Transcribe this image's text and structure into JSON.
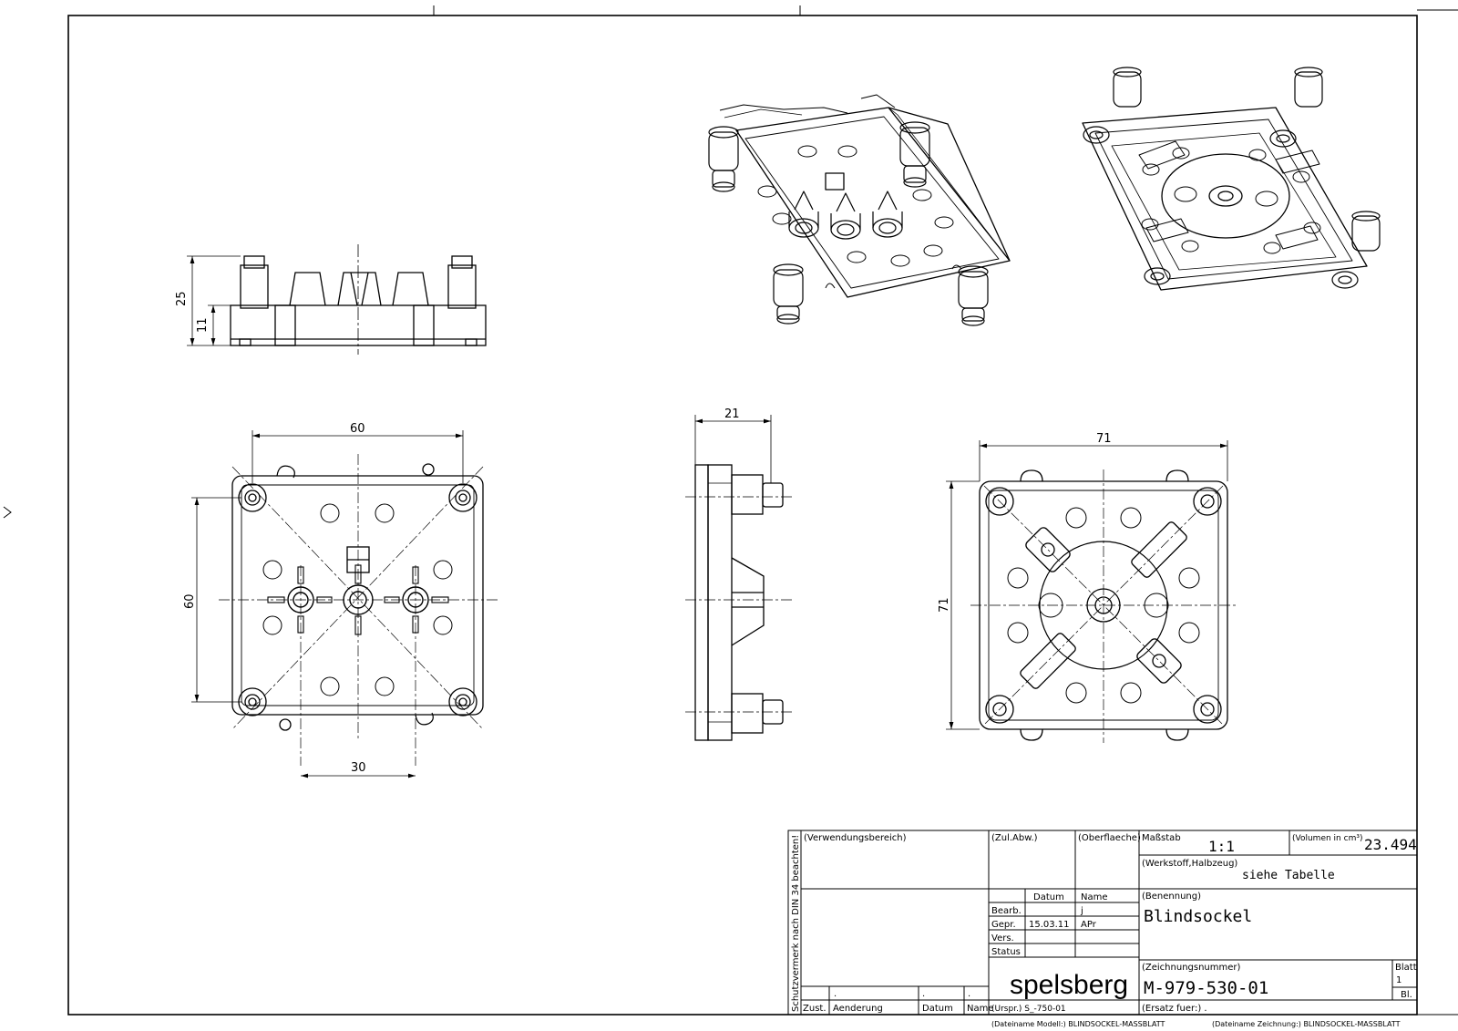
{
  "dimensions": {
    "side_height_total": "25",
    "side_height_base": "11",
    "top_width": "60",
    "top_height": "60",
    "top_pitch": "30",
    "profile_depth": "21",
    "bottom_width": "71",
    "bottom_height": "71"
  },
  "title_block": {
    "protection_note": "Schutzvermerk nach DIN 34 beachten!",
    "field_usage": "(Verwendungsbereich)",
    "field_tolerance": "(Zul.Abw.)",
    "field_surface": "(Oberflaeche)",
    "field_scale": "Maßstab",
    "scale_value": "1:1",
    "field_volume": "(Volumen in cm³)",
    "volume_value": "23.494",
    "field_material": "(Werkstoff,Halbzeug)",
    "material_value": "siehe Tabelle",
    "col_date": "Datum",
    "col_name": "Name",
    "row_drawn": "Bearb.",
    "drawn_name": "j",
    "row_checked": "Gepr.",
    "checked_date": "15.03.11",
    "checked_name": "APr",
    "row_version": "Vers.",
    "row_status": "Status",
    "field_title": "(Benennung)",
    "title_value": "Blindsockel",
    "company": "spelsberg",
    "field_drawing_no": "(Zeichnungsnummer)",
    "drawing_no": "M-979-530-01",
    "field_sheet": "Blatt",
    "sheet_value": "1",
    "sheet_suffix": "Bl.",
    "rev_mark_1": ".",
    "rev_mark_2": ".",
    "rev_mark_3": ".",
    "rev_col_state": "Zust.",
    "rev_col_change": "Aenderung",
    "rev_col_date": "Datum",
    "rev_col_name": "Name",
    "origin": "(Urspr.) S_-750-01",
    "replacement": "(Ersatz fuer:)  .",
    "model_file": "(Dateiname Modell:) BLINDSOCKEL-MASSBLATT",
    "drawing_file": "(Dateiname Zeichnung:) BLINDSOCKEL-MASSBLATT"
  },
  "colors": {
    "line": "#000000",
    "paper": "#ffffff"
  }
}
